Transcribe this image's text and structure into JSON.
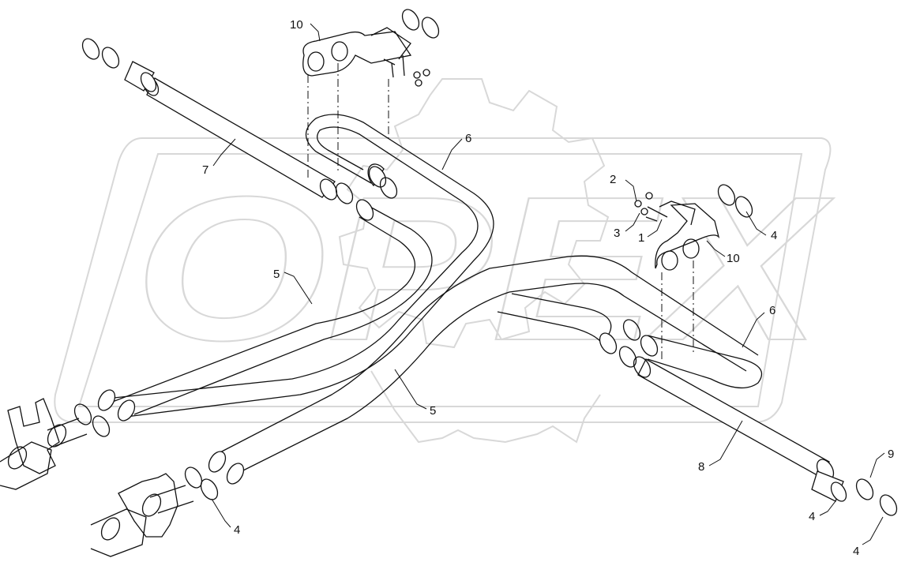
{
  "watermark": {
    "text": "OPEX"
  },
  "callouts": [
    {
      "id": "c10a",
      "label": "10"
    },
    {
      "id": "c7",
      "label": "7"
    },
    {
      "id": "c6a",
      "label": "6"
    },
    {
      "id": "c5a",
      "label": "5"
    },
    {
      "id": "c2",
      "label": "2"
    },
    {
      "id": "c3",
      "label": "3"
    },
    {
      "id": "c1",
      "label": "1"
    },
    {
      "id": "c4a",
      "label": "4"
    },
    {
      "id": "c10b",
      "label": "10"
    },
    {
      "id": "c6b",
      "label": "6"
    },
    {
      "id": "c5b",
      "label": "5"
    },
    {
      "id": "c8",
      "label": "8"
    },
    {
      "id": "c4b",
      "label": "4"
    },
    {
      "id": "c9",
      "label": "9"
    },
    {
      "id": "c4c",
      "label": "4"
    },
    {
      "id": "c4d",
      "label": "4"
    }
  ]
}
